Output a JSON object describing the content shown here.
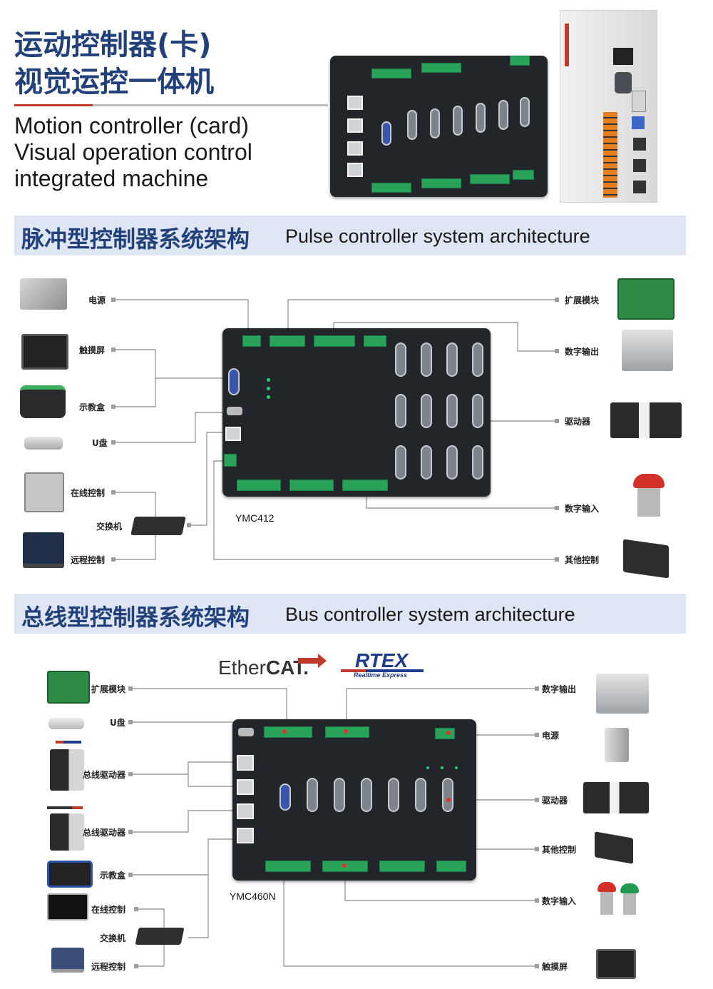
{
  "header": {
    "cn_line1": "运动控制器(卡)",
    "cn_line2": "视觉运控一体机",
    "en_line1": "Motion controller (card)",
    "en_line2": "Visual operation control",
    "en_line3": "integrated machine"
  },
  "pulse": {
    "cn_title": "脉冲型控制器系统架构",
    "en_title": "Pulse controller system architecture",
    "model": "YMC412",
    "left_labels": [
      "电源",
      "触摸屏",
      "示教盒",
      "U盘",
      "在线控制",
      "交换机",
      "远程控制"
    ],
    "right_labels": [
      "扩展模块",
      "数字输出",
      "驱动器",
      "数字输入",
      "其他控制"
    ]
  },
  "bus": {
    "cn_title": "总线型控制器系统架构",
    "en_title": "Bus controller system architecture",
    "model": "YMC460N",
    "logo_ethercat_a": "Ether",
    "logo_ethercat_b": "CAT.",
    "logo_rtex": "RTEX",
    "logo_rtex_sub": "Realtime Express",
    "left_labels": [
      "扩展模块",
      "U盘",
      "总线驱动器",
      "总线驱动器",
      "示教盒",
      "在线控制",
      "交换机",
      "远程控制"
    ],
    "right_labels": [
      "数字输出",
      "电源",
      "驱动器",
      "其他控制",
      "数字输入",
      "触摸屏"
    ]
  },
  "colors": {
    "title_blue": "#22407a",
    "band": "#dde6f2",
    "accent_red": "#c0392b",
    "board": "#22262b",
    "terminal_green": "#2aa35a"
  }
}
